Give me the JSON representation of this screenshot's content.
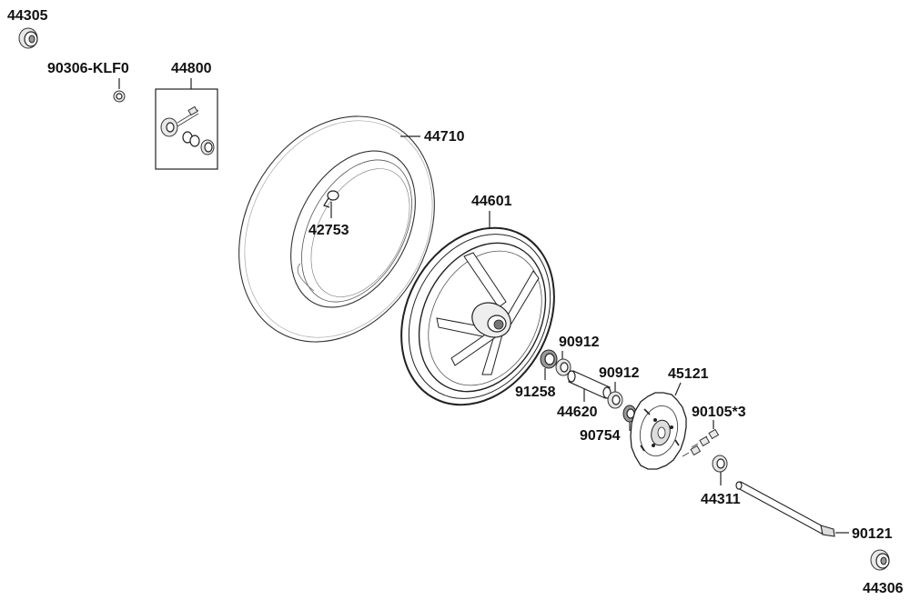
{
  "labels": {
    "p44305": "44305",
    "p90306": "90306-KLF0",
    "p44800": "44800",
    "p44710": "44710",
    "p42753": "42753",
    "p44601": "44601",
    "p90912a": "90912",
    "p90912b": "90912",
    "p45121": "45121",
    "p91258": "91258",
    "p44620": "44620",
    "p90105": "90105*3",
    "p90754": "90754",
    "p44311": "44311",
    "p90121": "90121",
    "p44306": "44306"
  }
}
